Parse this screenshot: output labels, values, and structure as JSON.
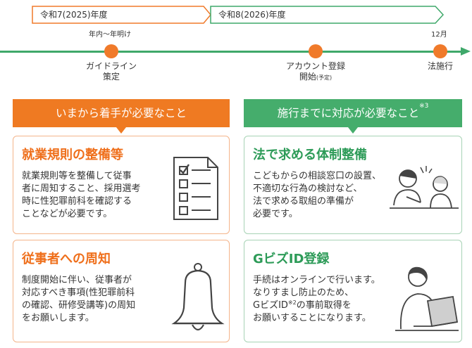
{
  "timeline": {
    "year_2025": "令和7(2025)年度",
    "year_2026": "令和8(2026)年度",
    "period_label": "年内～年明け",
    "december_label": "12月",
    "milestones": [
      {
        "line1": "ガイドライン",
        "line2": "策定",
        "note": ""
      },
      {
        "line1": "アカウント登録",
        "line2": "開始",
        "note": "(予定)"
      },
      {
        "line1": "法施行",
        "line2": "",
        "note": ""
      }
    ],
    "colors": {
      "year_2025": "#f07a2a",
      "year_2026": "#3fa86a",
      "dot": "#f07a2a",
      "axis": "#3fa86a"
    }
  },
  "columns": {
    "left": {
      "header": "いまから着手が必要なこと",
      "color": "#ef7a22",
      "cards": [
        {
          "title": "就業規則の整備等",
          "lines": [
            "就業規則等を整備して従事",
            "者に周知すること、採用選考",
            "時に性犯罪前科を確認する",
            "ことなどが必要です。"
          ],
          "icon": "checklist-icon"
        },
        {
          "title": "従事者への周知",
          "lines": [
            "制度開始に伴い、従事者が",
            "対応すべき事項(性犯罪前科",
            "の確認、研修受講等)の周知",
            "をお願いします。"
          ],
          "icon": "bell-icon"
        }
      ]
    },
    "right": {
      "header": "施行までに対応が必要なこと",
      "header_note": "※3",
      "color": "#45ad6c",
      "cards": [
        {
          "title": "法で求める体制整備",
          "lines": [
            "こどもからの相談窓口の設置、",
            "不適切な行為の検討など、",
            "法で求める取組の準備が",
            "必要です。"
          ],
          "icon": "consultation-icon"
        },
        {
          "title": "GビズID登録",
          "lines": [
            "手続はオンラインで行います。",
            "なりすまし防止のため、"
          ],
          "line3_pre": "GビズID",
          "line3_note": "※2",
          "line3_post": "の事前取得を",
          "line4": "お願いすることになります。",
          "icon": "laptop-user-icon"
        }
      ]
    }
  }
}
